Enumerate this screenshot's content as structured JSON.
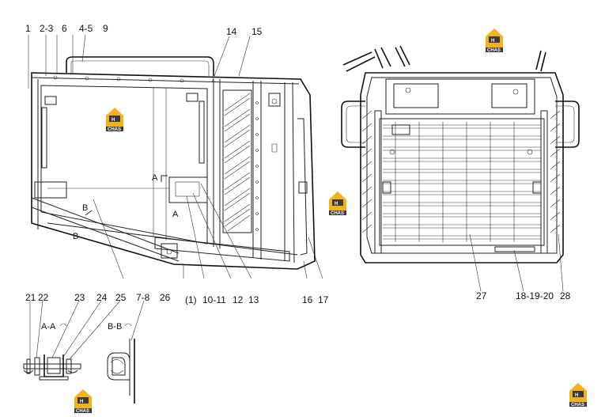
{
  "labels_top": [
    "1",
    "2-3",
    "6",
    "4-5",
    "9",
    "14",
    "15"
  ],
  "labels_bottom_left": [
    "(1)",
    "10-11",
    "12",
    "13",
    "16",
    "17"
  ],
  "labels_bottom_right": [
    "27",
    "18-19-20",
    "28"
  ],
  "labels_detail": [
    "21",
    "22",
    "23",
    "24",
    "25",
    "7-8",
    "26"
  ],
  "section_marks": {
    "a_a": "A-A",
    "b_b": "B-B",
    "a": "A",
    "b": "B"
  },
  "watermark": {
    "text": "CHAS",
    "brand": "H"
  },
  "colors": {
    "line": "#222222",
    "watermark_yellow": "#f2b21c",
    "watermark_dark": "#3a3a3a"
  }
}
